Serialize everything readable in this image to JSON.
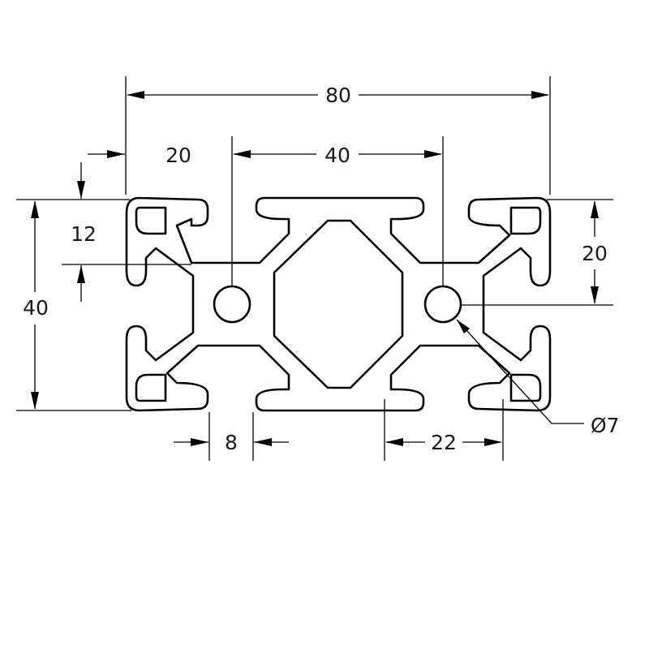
{
  "drawing": {
    "subject": "aluminum T-slot extrusion profile cross-section",
    "line_color": "#000000",
    "background": "#ffffff"
  },
  "dimensions": {
    "overall_width": "80",
    "center_offset": "20",
    "hole_spacing": "40",
    "slot_depth": "12",
    "overall_height": "40",
    "right_offset": "20",
    "slot_width": "8",
    "slot_pitch": "22",
    "hole_diameter": "Ø7"
  }
}
